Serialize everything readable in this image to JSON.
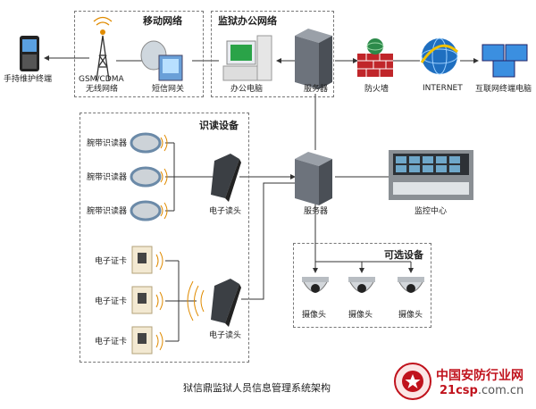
{
  "groups": {
    "mobile": "移动网络",
    "office": "监狱办公网络",
    "reader": "识读设备",
    "optional": "可选设备"
  },
  "nodes": {
    "handheld": "手持维护终端",
    "gsm_line1": "GSM/CDMA",
    "gsm_line2": "无线网络",
    "sms": "短信网关",
    "office_pc": "办公电脑",
    "office_server": "服务器",
    "firewall": "防火墙",
    "internet": "INTERNET",
    "internet_pc": "互联网终端电脑",
    "wrist1": "腕带识读器",
    "wrist2": "腕带识读器",
    "wrist3": "腕带识读器",
    "ereader1": "电子读头",
    "main_server": "服务器",
    "monitor": "监控中心",
    "card1": "电子证卡",
    "card2": "电子证卡",
    "card3": "电子证卡",
    "ereader2": "电子读头",
    "cam1": "摄像头",
    "cam2": "摄像头",
    "cam3": "摄像头"
  },
  "caption": "狱信鼎监狱人员信息管理系统架构",
  "logo": {
    "cn": "中国安防行业网",
    "en_main": "21csp",
    "en_suffix": ".com.cn"
  }
}
